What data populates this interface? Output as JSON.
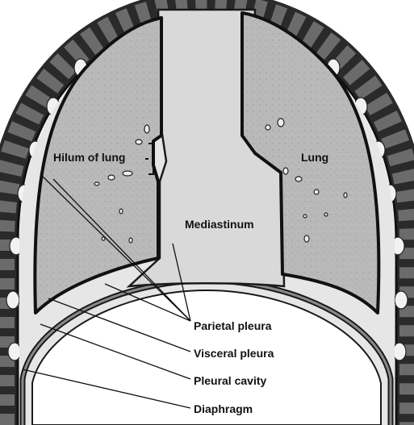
{
  "figure": {
    "labels": {
      "hilum": "Hilum of lung",
      "lung": "Lung",
      "mediastinum": "Mediastinum",
      "parietal_pleura": "Parietal pleura",
      "visceral_pleura": "Visceral pleura",
      "pleural_cavity": "Pleural cavity",
      "diaphragm": "Diaphragm"
    },
    "colors": {
      "lung_fill": "#b8b8b8",
      "mediastinum_fill": "#d9d9d9",
      "pleural_space": "#e6e6e6",
      "outline": "#1a1a1a",
      "chest_wall": "#5a5a5a"
    }
  }
}
